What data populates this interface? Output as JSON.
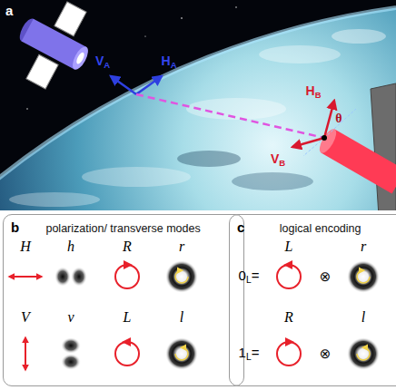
{
  "diagram": {
    "nodes": [
      {
        "text": [
          "a"
        ]
      },
      {
        "text": [
          "b",
          "polarization/ transverse modes"
        ]
      },
      {
        "text": [
          "c",
          "logical encoding"
        ]
      }
    ],
    "labels": [
      "VA",
      "HA",
      "HB",
      "VB",
      "θ",
      "H",
      "h",
      "R",
      "r",
      "V",
      "v",
      "L",
      "l",
      "L",
      "r",
      "0L=",
      "⊗",
      "R",
      "l",
      "1L=",
      "⊗"
    ]
  }
}
